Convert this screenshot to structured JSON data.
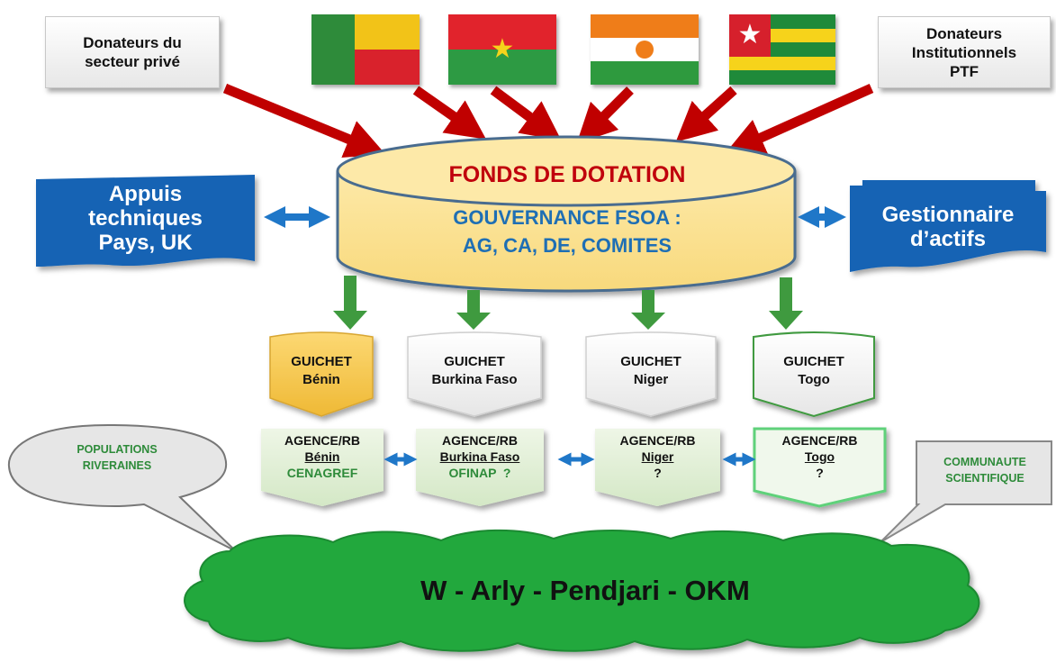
{
  "donors": {
    "private": [
      "Donateurs du",
      "secteur privé"
    ],
    "institutional": [
      "Donateurs",
      "Institutionnels",
      "PTF"
    ]
  },
  "flags": [
    "benin-flag",
    "burkina-faso-flag",
    "niger-flag",
    "togo-flag"
  ],
  "fund": {
    "title": "FONDS DE DOTATION",
    "governance": [
      "GOUVERNANCE FSOA :",
      "AG, CA, DE, COMITES"
    ]
  },
  "side": {
    "left": [
      "Appuis",
      "techniques",
      "Pays, UK"
    ],
    "right": [
      "Gestionnaire",
      "d’actifs"
    ]
  },
  "guichets": [
    {
      "label": "GUICHET",
      "country": "Bénin"
    },
    {
      "label": "GUICHET",
      "country": "Burkina Faso"
    },
    {
      "label": "GUICHET",
      "country": "Niger"
    },
    {
      "label": "GUICHET",
      "country": "Togo"
    }
  ],
  "agences": [
    {
      "label": "AGENCE/RB",
      "country": "Bénin",
      "org": "CENAGREF"
    },
    {
      "label": "AGENCE/RB",
      "country": "Burkina Faso",
      "org": "OFINAP  ?"
    },
    {
      "label": "AGENCE/RB",
      "country": "Niger",
      "org": "?"
    },
    {
      "label": "AGENCE/RB",
      "country": "Togo",
      "org": "?"
    }
  ],
  "callouts": {
    "populations": [
      "POPULATIONS",
      "RIVERAINES"
    ],
    "scientific": [
      "COMMUNAUTE",
      "SCIENTIFIQUE"
    ]
  },
  "cloud": "W - Arly - Pendjari - OKM",
  "colors": {
    "red_arrow": "#c00000",
    "blue_arrow": "#1f77c8",
    "green_arrow": "#3f9a3f",
    "cylinder_fill": "#fbe39a",
    "blue_box": "#1463b4",
    "cloud_green": "#21a83d"
  }
}
